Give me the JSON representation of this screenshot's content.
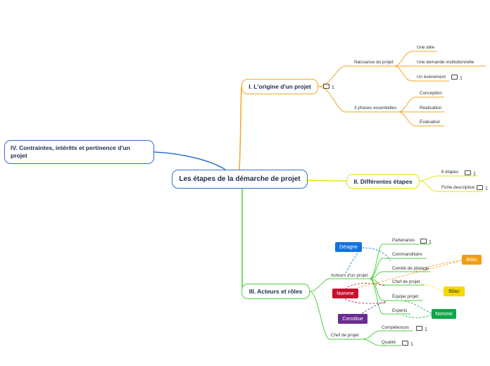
{
  "central": "Les étapes de la démarche de projet",
  "branches": {
    "b1": "I. L'origine d'un projet",
    "b2": "II. Différentes étapes",
    "b3": "III. Acteurs et rôles",
    "b4": "IV. Contraintes, intérêts et pertinence d'un projet"
  },
  "origin": {
    "comment_count": "1",
    "naissance": "Naissance du projet",
    "idee": "Une idée",
    "demande": "Une demande institutionnelle",
    "evenement": "Un événement",
    "evenement_comments": "1",
    "phases": "3 phases essentielles",
    "conception": "Conception",
    "realisation": "Réalisation",
    "evaluation": "Évaluation"
  },
  "etapes": {
    "six": "6 étapes",
    "six_comments": "1",
    "fiche": "Fiche descriptive",
    "fiche_comments": "1"
  },
  "acteurs": {
    "acteurs": "Acteurs d'un projet",
    "partenaires": "Partenaires",
    "partenaires_comments": "1",
    "commanditaire": "Commanditaire",
    "comite": "Comité de pilotage",
    "chef": "Chef de projet",
    "equipe": "Équipe projet",
    "experts": "Experts",
    "chef_projet": "Chef de projet",
    "competences": "Compétences",
    "competences_comments": "1",
    "qualite": "Qualité",
    "qualite_comments": "1"
  },
  "tags": {
    "designe": "Désigne",
    "nomme_red": "Nomme",
    "constitue": "Constitue",
    "bilan_orange": "Bilan",
    "bilan_yellow": "Bilan",
    "nomme_green": "Nomme"
  },
  "colors": {
    "blue": "#2f6fd0",
    "orange": "#f5a623",
    "yellow": "#e3e319",
    "green": "#4cd13e",
    "tag_blue": "#1273de",
    "tag_red": "#c8102e",
    "tag_purple": "#6a2c91",
    "tag_orange": "#f39c12",
    "tag_yellow": "#f5d800",
    "tag_green": "#0fa648"
  }
}
